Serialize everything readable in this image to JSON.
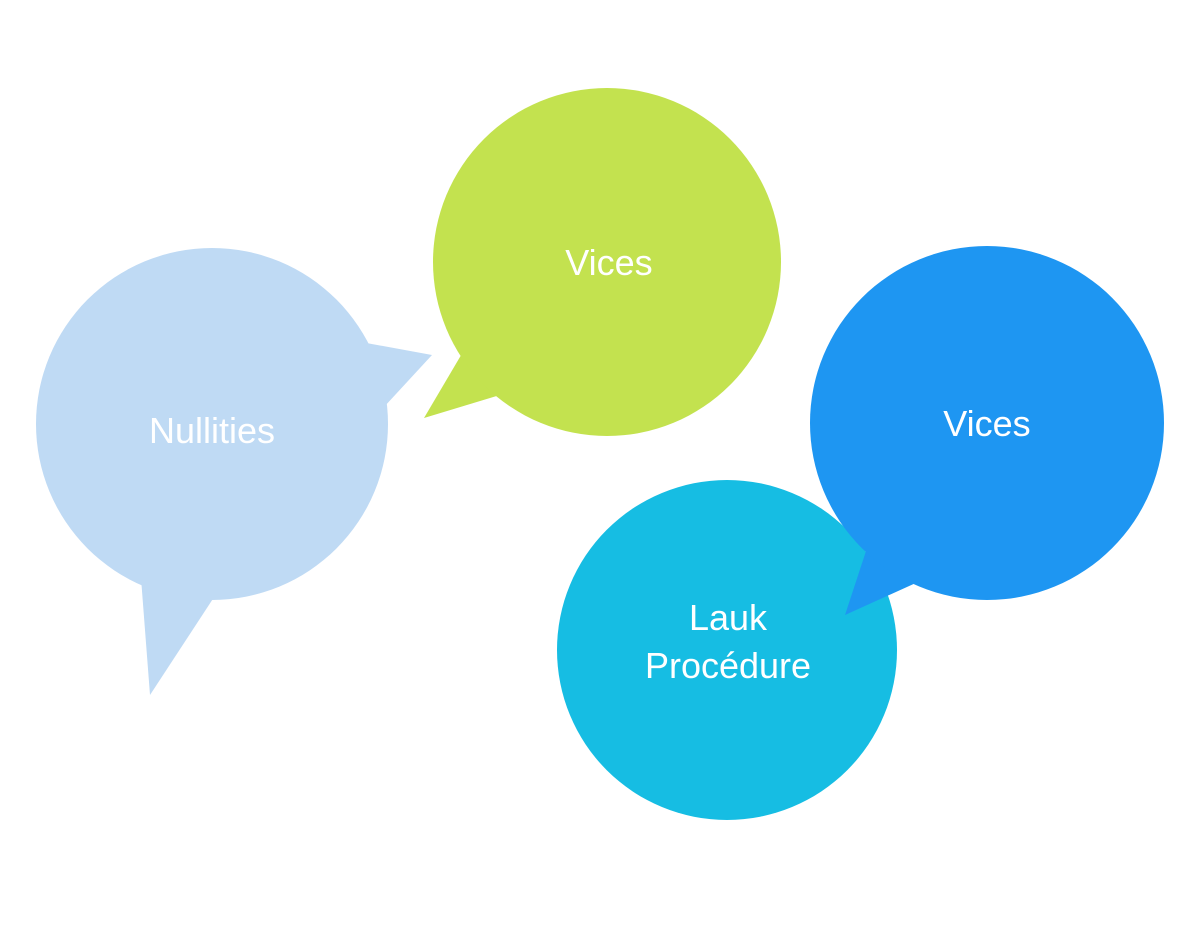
{
  "bubbles": [
    {
      "id": "nullities",
      "lines": [
        "Nullities"
      ],
      "color": "#BFDAF4"
    },
    {
      "id": "vices-green",
      "lines": [
        "Vices"
      ],
      "color": "#C3E24F"
    },
    {
      "id": "vices-blue",
      "lines": [
        "Vices"
      ],
      "color": "#1E96F2"
    },
    {
      "id": "lauk-procedure",
      "lines": [
        "Lauk",
        "Procédure"
      ],
      "color": "#16BDE3"
    }
  ]
}
